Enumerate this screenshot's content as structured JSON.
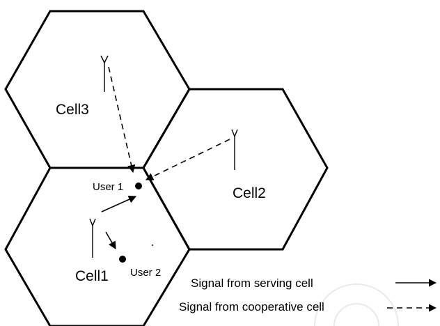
{
  "cells": {
    "cell1": "Cell1",
    "cell2": "Cell2",
    "cell3": "Cell3"
  },
  "users": {
    "user1": "User 1",
    "user2": "User 2"
  },
  "legend": {
    "serving": "Signal from serving cell",
    "cooperative": "Signal from cooperative cell"
  },
  "colors": {
    "stroke": "#000000",
    "background": "#ffffff"
  },
  "icons": [
    "antenna-icon",
    "user-dot",
    "solid-arrow",
    "dashed-arrow"
  ]
}
